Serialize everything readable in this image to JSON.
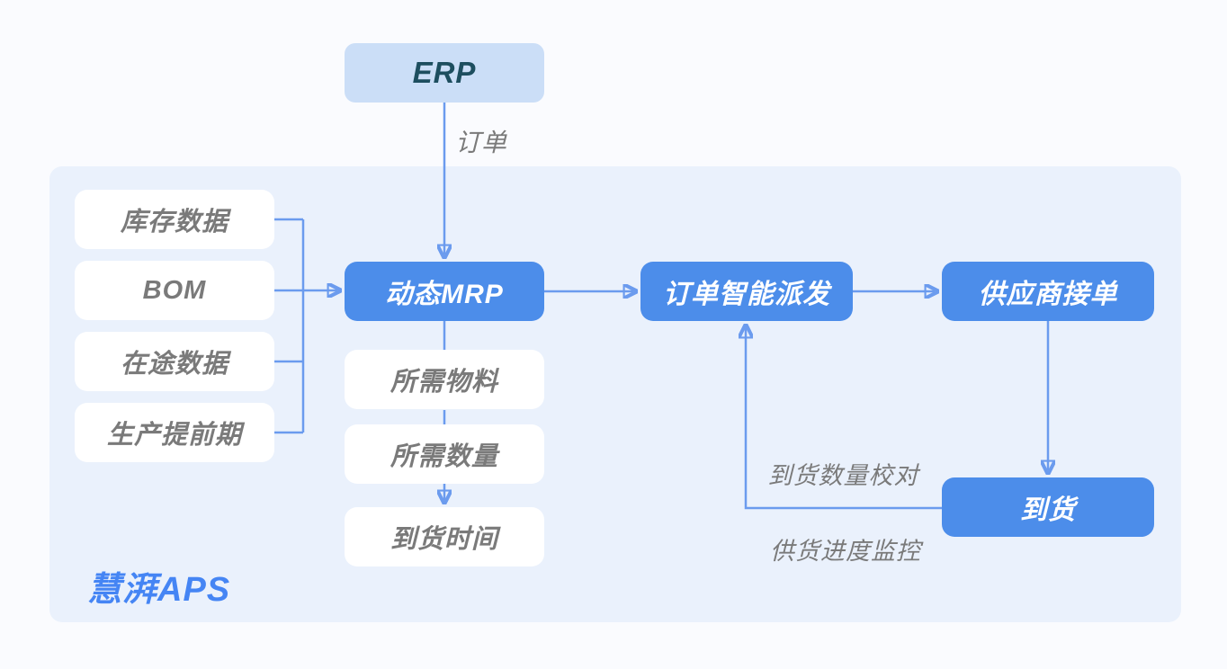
{
  "diagram": {
    "erp": {
      "label": "ERP"
    },
    "edge_labels": {
      "order": "订单",
      "arrival_qty_check": "到货数量校对",
      "supply_progress_monitor": "供货进度监控"
    },
    "inputs": [
      {
        "label": "库存数据"
      },
      {
        "label": "BOM"
      },
      {
        "label": "在途数据"
      },
      {
        "label": "生产提前期"
      }
    ],
    "processes": {
      "mrp": {
        "label": "动态MRP"
      },
      "dispatch": {
        "label": "订单智能派发"
      },
      "supplier": {
        "label": "供应商接单"
      },
      "arrival": {
        "label": "到货"
      }
    },
    "outputs": [
      {
        "label": "所需物料"
      },
      {
        "label": "所需数量"
      },
      {
        "label": "到货时间"
      }
    ],
    "brand": "慧湃APS",
    "colors": {
      "page_bg": "#FAFBFE",
      "panel_bg": "#EAF1FC",
      "node_blue": "#4C8DEA",
      "erp_bg": "#CBDEF7",
      "erp_text": "#1D4E5F",
      "line": "#6B9BEE",
      "text_gray": "#7A7A7A",
      "brand_blue": "#4585F4"
    }
  }
}
